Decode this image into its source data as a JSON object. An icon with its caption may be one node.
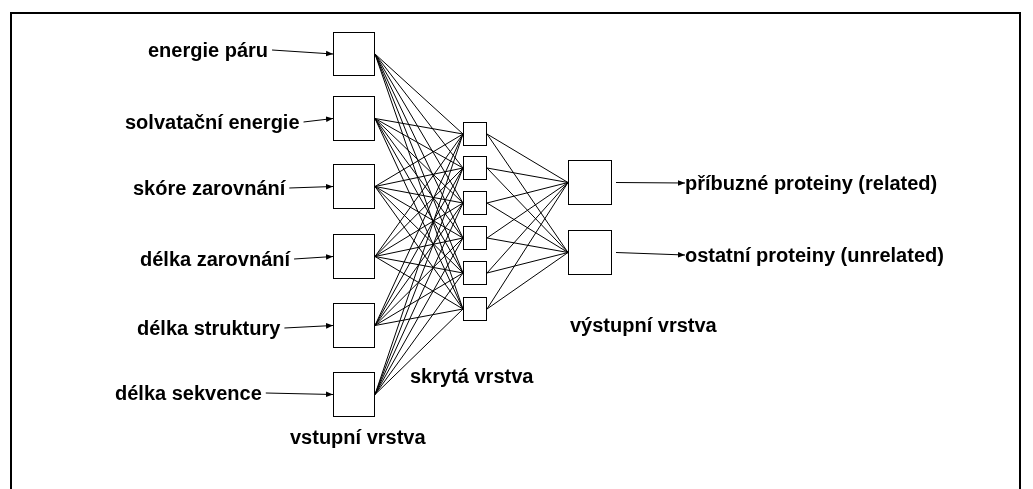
{
  "diagram": {
    "nodes": [
      {
        "text": [
          "energie páru"
        ]
      },
      {
        "text": [
          "solvatační energie"
        ]
      },
      {
        "text": [
          "skóre zarovnání"
        ]
      },
      {
        "text": [
          "délka zarovnání"
        ]
      },
      {
        "text": [
          "délka struktury"
        ]
      },
      {
        "text": [
          "délka sekvence"
        ]
      },
      {
        "text": [],
        "shape": "box"
      },
      {
        "text": [],
        "shape": "box"
      },
      {
        "text": [],
        "shape": "box"
      },
      {
        "text": [],
        "shape": "box"
      },
      {
        "text": [],
        "shape": "box"
      },
      {
        "text": [],
        "shape": "box"
      },
      {
        "text": [],
        "shape": "box"
      },
      {
        "text": [],
        "shape": "box"
      },
      {
        "text": [],
        "shape": "box"
      },
      {
        "text": [],
        "shape": "box"
      },
      {
        "text": [],
        "shape": "box"
      },
      {
        "text": [],
        "shape": "box"
      },
      {
        "text": [],
        "shape": "box"
      },
      {
        "text": [],
        "shape": "box"
      },
      {
        "text": [
          "příbuzné proteiny (related)"
        ]
      },
      {
        "text": [
          "ostatní proteiny (unrelated)"
        ]
      }
    ],
    "edges": [
      {
        "from": 0,
        "to": 6,
        "arrow": "to"
      },
      {
        "from": 1,
        "to": 7,
        "arrow": "to"
      },
      {
        "from": 2,
        "to": 8,
        "arrow": "to"
      },
      {
        "from": 3,
        "to": 9,
        "arrow": "to"
      },
      {
        "from": 4,
        "to": 10,
        "arrow": "to"
      },
      {
        "from": 5,
        "to": 11,
        "arrow": "to"
      },
      {
        "from": 6,
        "to": 12,
        "arrow": "none"
      },
      {
        "from": 6,
        "to": 13,
        "arrow": "none"
      },
      {
        "from": 6,
        "to": 14,
        "arrow": "none"
      },
      {
        "from": 6,
        "to": 15,
        "arrow": "none"
      },
      {
        "from": 6,
        "to": 16,
        "arrow": "none"
      },
      {
        "from": 6,
        "to": 17,
        "arrow": "none"
      },
      {
        "from": 7,
        "to": 12,
        "arrow": "none"
      },
      {
        "from": 7,
        "to": 13,
        "arrow": "none"
      },
      {
        "from": 7,
        "to": 14,
        "arrow": "none"
      },
      {
        "from": 7,
        "to": 15,
        "arrow": "none"
      },
      {
        "from": 7,
        "to": 16,
        "arrow": "none"
      },
      {
        "from": 7,
        "to": 17,
        "arrow": "none"
      },
      {
        "from": 8,
        "to": 12,
        "arrow": "none"
      },
      {
        "from": 8,
        "to": 13,
        "arrow": "none"
      },
      {
        "from": 8,
        "to": 14,
        "arrow": "none"
      },
      {
        "from": 8,
        "to": 15,
        "arrow": "none"
      },
      {
        "from": 8,
        "to": 16,
        "arrow": "none"
      },
      {
        "from": 8,
        "to": 17,
        "arrow": "none"
      },
      {
        "from": 9,
        "to": 12,
        "arrow": "none"
      },
      {
        "from": 9,
        "to": 13,
        "arrow": "none"
      },
      {
        "from": 9,
        "to": 14,
        "arrow": "none"
      },
      {
        "from": 9,
        "to": 15,
        "arrow": "none"
      },
      {
        "from": 9,
        "to": 16,
        "arrow": "none"
      },
      {
        "from": 9,
        "to": 17,
        "arrow": "none"
      },
      {
        "from": 10,
        "to": 12,
        "arrow": "none"
      },
      {
        "from": 10,
        "to": 13,
        "arrow": "none"
      },
      {
        "from": 10,
        "to": 14,
        "arrow": "none"
      },
      {
        "from": 10,
        "to": 15,
        "arrow": "none"
      },
      {
        "from": 10,
        "to": 16,
        "arrow": "none"
      },
      {
        "from": 10,
        "to": 17,
        "arrow": "none"
      },
      {
        "from": 11,
        "to": 12,
        "arrow": "none"
      },
      {
        "from": 11,
        "to": 13,
        "arrow": "none"
      },
      {
        "from": 11,
        "to": 14,
        "arrow": "none"
      },
      {
        "from": 11,
        "to": 15,
        "arrow": "none"
      },
      {
        "from": 11,
        "to": 16,
        "arrow": "none"
      },
      {
        "from": 11,
        "to": 17,
        "arrow": "none"
      },
      {
        "from": 12,
        "to": 18,
        "arrow": "none"
      },
      {
        "from": 12,
        "to": 19,
        "arrow": "none"
      },
      {
        "from": 13,
        "to": 18,
        "arrow": "none"
      },
      {
        "from": 13,
        "to": 19,
        "arrow": "none"
      },
      {
        "from": 14,
        "to": 18,
        "arrow": "none"
      },
      {
        "from": 14,
        "to": 19,
        "arrow": "none"
      },
      {
        "from": 15,
        "to": 18,
        "arrow": "none"
      },
      {
        "from": 15,
        "to": 19,
        "arrow": "none"
      },
      {
        "from": 16,
        "to": 18,
        "arrow": "none"
      },
      {
        "from": 16,
        "to": 19,
        "arrow": "none"
      },
      {
        "from": 17,
        "to": 18,
        "arrow": "none"
      },
      {
        "from": 17,
        "to": 19,
        "arrow": "none"
      },
      {
        "from": 18,
        "to": 20,
        "arrow": "to"
      },
      {
        "from": 19,
        "to": 21,
        "arrow": "to"
      }
    ],
    "labels": [
      "výstupní vrstva",
      "skrytá vrstva",
      "vstupní vrstva"
    ]
  }
}
